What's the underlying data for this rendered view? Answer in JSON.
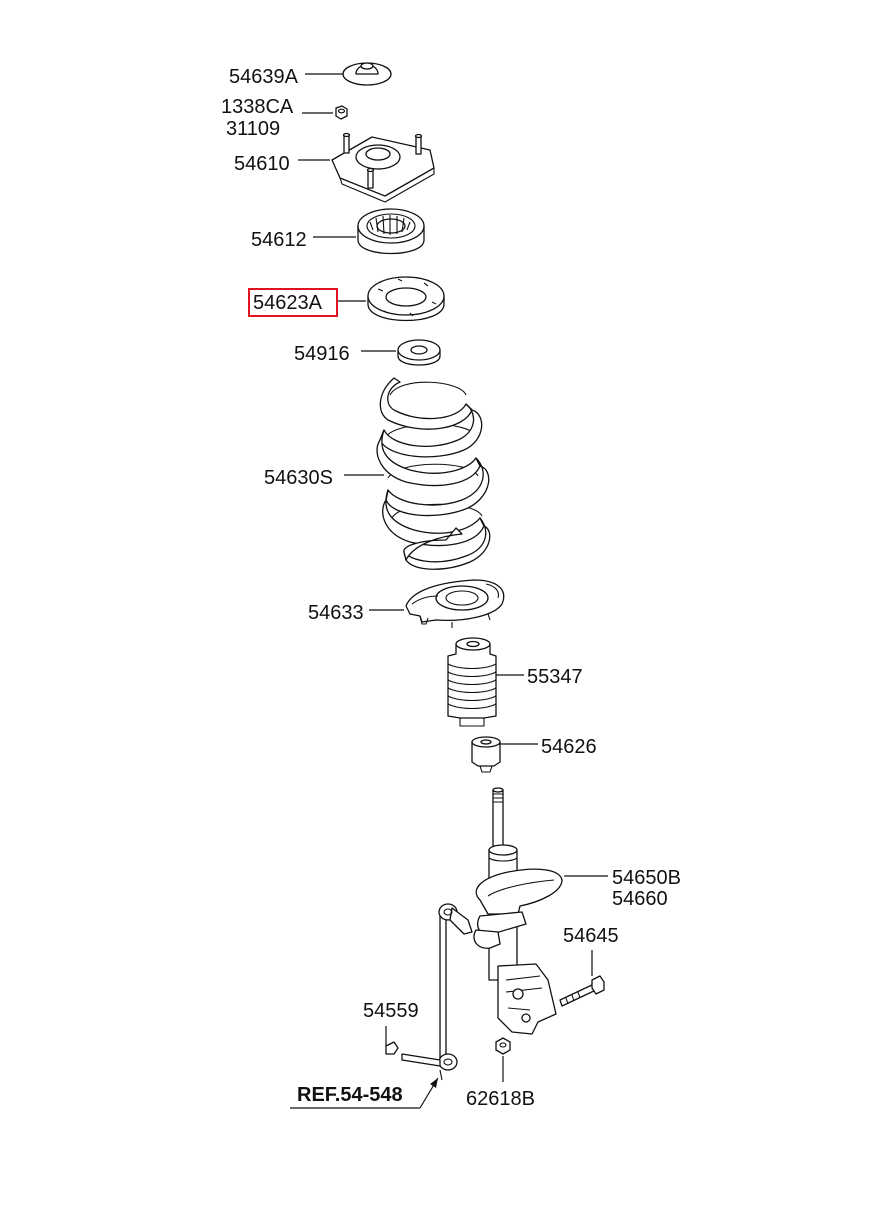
{
  "labels": {
    "p54639A": "54639A",
    "p1338CA": "1338CA",
    "p31109": "31109",
    "p54610": "54610",
    "p54612": "54612",
    "p54623A": "54623A",
    "p54916": "54916",
    "p54630S": "54630S",
    "p54633": "54633",
    "p55347": "55347",
    "p54626": "54626",
    "p54650B": "54650B",
    "p54660": "54660",
    "p54645": "54645",
    "p54559": "54559",
    "p62618B": "62618B",
    "ref": "REF.54-548"
  },
  "highlight": {
    "part": "54623A",
    "color": "#e0141e"
  }
}
